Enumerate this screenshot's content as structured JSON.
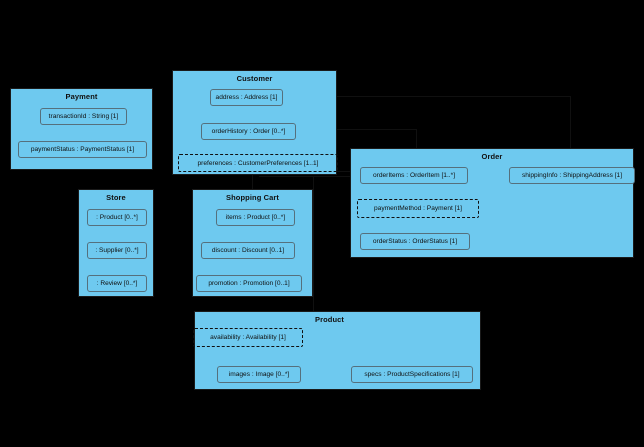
{
  "diagram": {
    "type": "uml-class-diagram",
    "background_color": "#000000",
    "class_fill_color": "#6ec9ef",
    "border_color": "#1a1a1a",
    "attribute_border_color": "#55707d",
    "classes": [
      {
        "name": "Payment",
        "title": "Payment",
        "attributes": [
          {
            "label": "transactionId : String [1]",
            "style": "solid"
          },
          {
            "label": "paymentStatus : PaymentStatus [1]",
            "style": "solid"
          }
        ]
      },
      {
        "name": "Customer",
        "title": "Customer",
        "attributes": [
          {
            "label": "address : Address [1]",
            "style": "solid"
          },
          {
            "label": "orderHistory : Order [0..*]",
            "style": "solid"
          },
          {
            "label": "preferences : CustomerPreferences [1..1]",
            "style": "dashed"
          }
        ]
      },
      {
        "name": "Order",
        "title": "Order",
        "attributes": [
          {
            "label": "orderItems : OrderItem [1..*]",
            "style": "solid"
          },
          {
            "label": "shippingInfo : ShippingAddress [1]",
            "style": "solid"
          },
          {
            "label": "paymentMethod : Payment [1]",
            "style": "dashed"
          },
          {
            "label": "orderStatus : OrderStatus [1]",
            "style": "solid"
          }
        ]
      },
      {
        "name": "Store",
        "title": "Store",
        "attributes": [
          {
            "label": ": Product [0..*]",
            "style": "solid"
          },
          {
            "label": ": Supplier [0..*]",
            "style": "solid"
          },
          {
            "label": ": Review [0..*]",
            "style": "solid"
          }
        ]
      },
      {
        "name": "Shopping Cart",
        "title": "Shopping Cart",
        "attributes": [
          {
            "label": "items : Product [0..*]",
            "style": "solid"
          },
          {
            "label": "discount : Discount [0..1]",
            "style": "solid"
          },
          {
            "label": "promotion : Promotion [0..1]",
            "style": "solid"
          }
        ]
      },
      {
        "name": "Product",
        "title": "Product",
        "attributes": [
          {
            "label": "availability : Availability [1]",
            "style": "dashed"
          },
          {
            "label": "images : Image [0..*]",
            "style": "solid"
          },
          {
            "label": "specs : ProductSpecifications [1]",
            "style": "solid"
          }
        ]
      }
    ]
  }
}
